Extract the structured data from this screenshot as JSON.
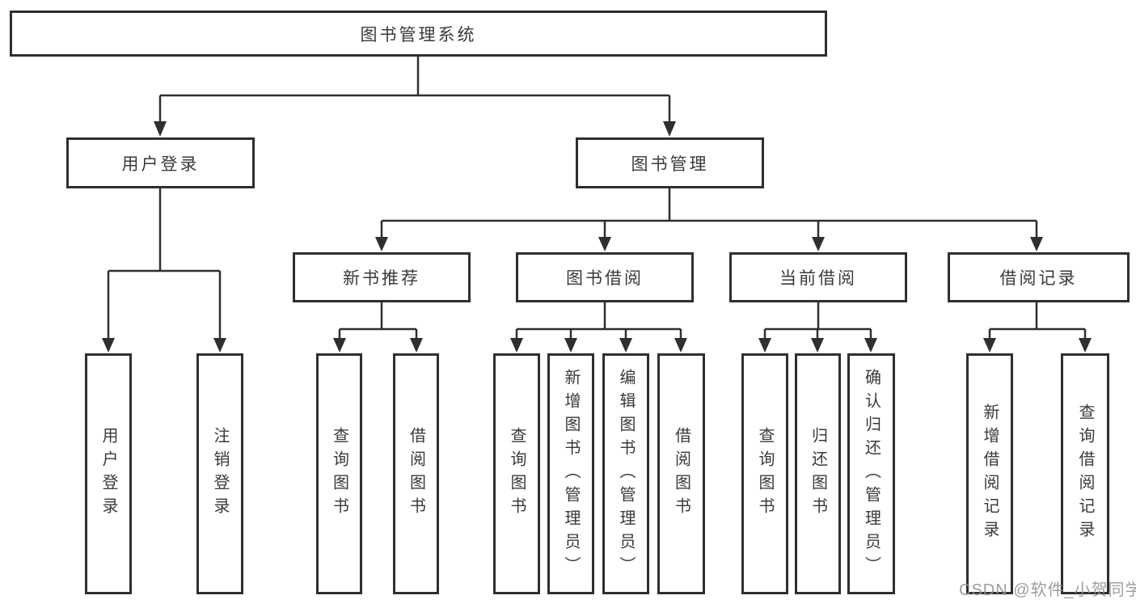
{
  "colors": {
    "line": "#2f2f2f",
    "box_border": "#2f2f2f",
    "text": "#3a3a3a",
    "watermark": "#949494",
    "background": "#ffffff"
  },
  "watermark": {
    "text": "CSDN @软件_小贺同学"
  },
  "tree": {
    "root": "图书管理系统",
    "branches": [
      {
        "label": "用户登录",
        "children": [
          "用户登录",
          "注销登录"
        ]
      },
      {
        "label": "图书管理",
        "sections": [
          {
            "label": "新书推荐",
            "children": [
              "查询图书",
              "借阅图书"
            ]
          },
          {
            "label": "图书借阅",
            "children": [
              "查询图书",
              "新增图书（管理员）",
              "编辑图书（管理员）",
              "借阅图书"
            ]
          },
          {
            "label": "当前借阅",
            "children": [
              "查询图书",
              "归还图书",
              "确认归还（管理员）"
            ]
          },
          {
            "label": "借阅记录",
            "children": [
              "新增借阅记录",
              "查询借阅记录"
            ]
          }
        ]
      }
    ]
  }
}
